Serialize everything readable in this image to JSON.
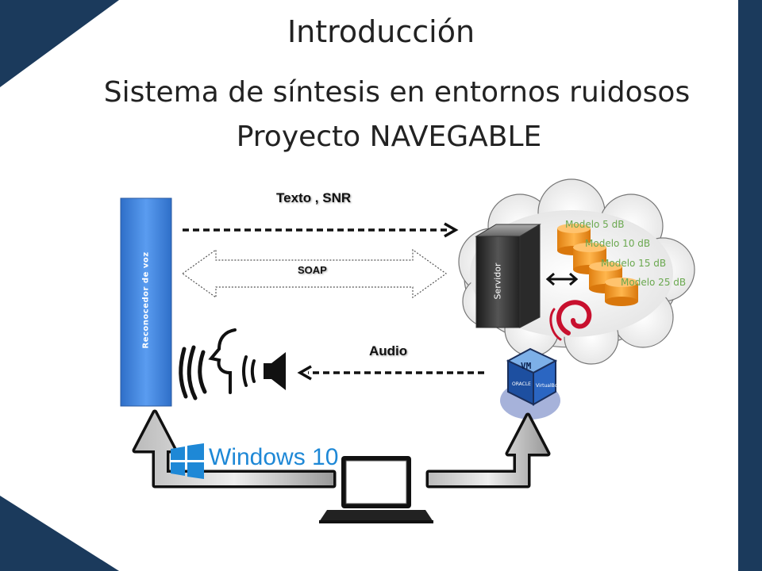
{
  "slide": {
    "title": "Introducción",
    "subtitle_line1": "Sistema de síntesis en entornos ruidosos",
    "subtitle_line2": "Proyecto NAVEGABLE"
  },
  "diagram": {
    "recognizer_label": "Reconocedor de voz",
    "text_snr_label": "Texto , SNR",
    "soap_label": "SOAP",
    "audio_label": "Audio",
    "server_label": "Servidor",
    "models": [
      "Modelo 5 dB",
      "Modelo 10 dB",
      "Modelo 15 dB",
      "Modelo 25 dB"
    ],
    "windows_logo_text": "Windows 10",
    "virtualbox_logo_text": "VirtualBox",
    "oracle_logo_text": "ORACLE"
  },
  "colors": {
    "frame_navy": "#1b3a5c",
    "recognizer_blue": "#3b7dd8",
    "windows_blue": "#1e88d6",
    "model_green": "#6aa84f",
    "db_orange": "#f39c2e",
    "debian_red": "#c8102e"
  }
}
